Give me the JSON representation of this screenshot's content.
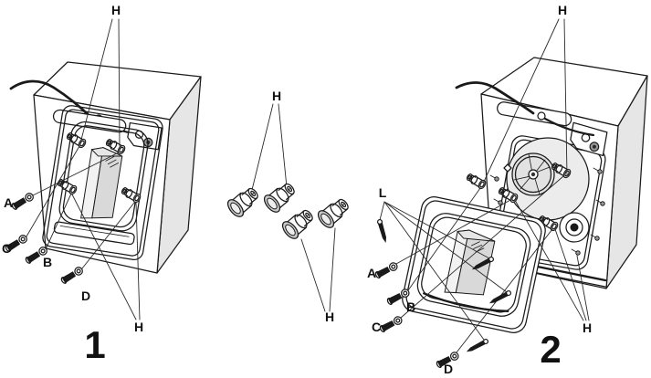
{
  "colors": {
    "line": "#1a1a1a",
    "side_shade": "#e6e6e6",
    "block_shade": "#d9d9d9",
    "flange_shade": "#c9c9c9",
    "tub_shade": "#ececec"
  },
  "figure1": {
    "step_number": "1",
    "transit_label_top": "H",
    "transit_label_bottom": "H",
    "screw_a": "A",
    "screw_b": "B",
    "screw_c": "C",
    "screw_d": "D"
  },
  "spacers": {
    "label_top": "H",
    "label_bottom": "H"
  },
  "figure2": {
    "step_number": "2",
    "transit_label_top": "H",
    "transit_label_bottom": "H",
    "panel_screws_label": "L",
    "screw_a": "A",
    "screw_b": "B",
    "screw_c": "C",
    "screw_d": "D"
  }
}
